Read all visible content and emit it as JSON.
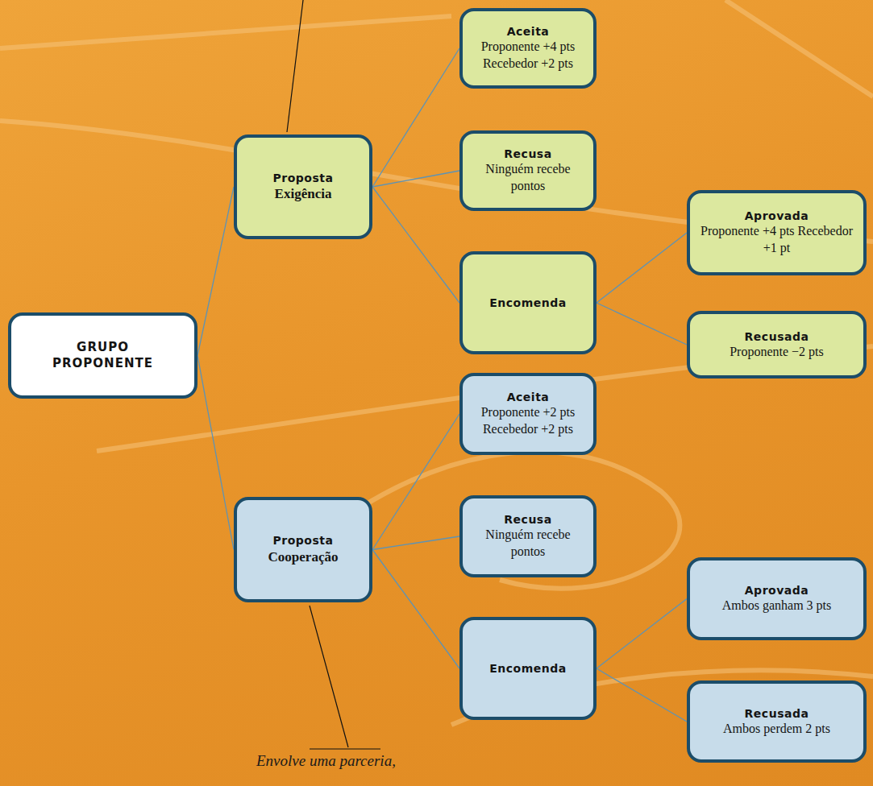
{
  "diagram": {
    "nodes": [
      {
        "text": [
          "GRUPO PROPONENTE"
        ]
      },
      {
        "text": [
          "Proposta",
          "Exigência"
        ]
      },
      {
        "text": [
          "Aceita",
          "Proponente +4 pts Recebedor +2 pts"
        ]
      },
      {
        "text": [
          "Recusa",
          "Ninguém recebe pontos"
        ]
      },
      {
        "text": [
          "Encomenda"
        ]
      },
      {
        "text": [
          "Aprovada",
          "Proponente +4 pts Recebedor +1 pt"
        ]
      },
      {
        "text": [
          "Recusada",
          "Proponente −2 pts"
        ]
      },
      {
        "text": [
          "Proposta",
          "Cooperação"
        ]
      },
      {
        "text": [
          "Aceita",
          "Proponente +2 pts Recebedor +2 pts"
        ]
      },
      {
        "text": [
          "Recusa",
          "Ninguém recebe pontos"
        ]
      },
      {
        "text": [
          "Encomenda"
        ]
      },
      {
        "text": [
          "Aprovada",
          "Ambos ganham 3 pts"
        ]
      },
      {
        "text": [
          "Recusada",
          "Ambos perdem 2 pts"
        ]
      }
    ],
    "edges": [
      {
        "from": 0,
        "to": 1,
        "arrow": "none"
      },
      {
        "from": 0,
        "to": 7,
        "arrow": "none"
      },
      {
        "from": 1,
        "to": 2,
        "arrow": "none"
      },
      {
        "from": 1,
        "to": 3,
        "arrow": "none"
      },
      {
        "from": 1,
        "to": 4,
        "arrow": "none"
      },
      {
        "from": 4,
        "to": 5,
        "arrow": "none"
      },
      {
        "from": 4,
        "to": 6,
        "arrow": "none"
      },
      {
        "from": 7,
        "to": 8,
        "arrow": "none"
      },
      {
        "from": 7,
        "to": 9,
        "arrow": "none"
      },
      {
        "from": 7,
        "to": 10,
        "arrow": "none"
      },
      {
        "from": 10,
        "to": 11,
        "arrow": "none"
      },
      {
        "from": 10,
        "to": 12,
        "arrow": "none"
      }
    ],
    "labels": [
      "Envolve uma parceria,"
    ]
  }
}
